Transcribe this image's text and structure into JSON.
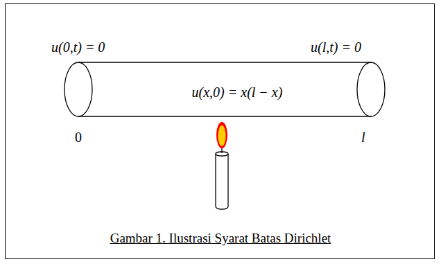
{
  "diagram": {
    "caption": "Gambar 1. Ilustrasi Syarat Batas Dirichlet",
    "nodes": [
      {
        "text": [
          "u(x,0) = x(l − x)"
        ]
      }
    ],
    "labels": [
      "u(0,t) = 0",
      "u(l,t) = 0",
      "0",
      "l"
    ]
  }
}
